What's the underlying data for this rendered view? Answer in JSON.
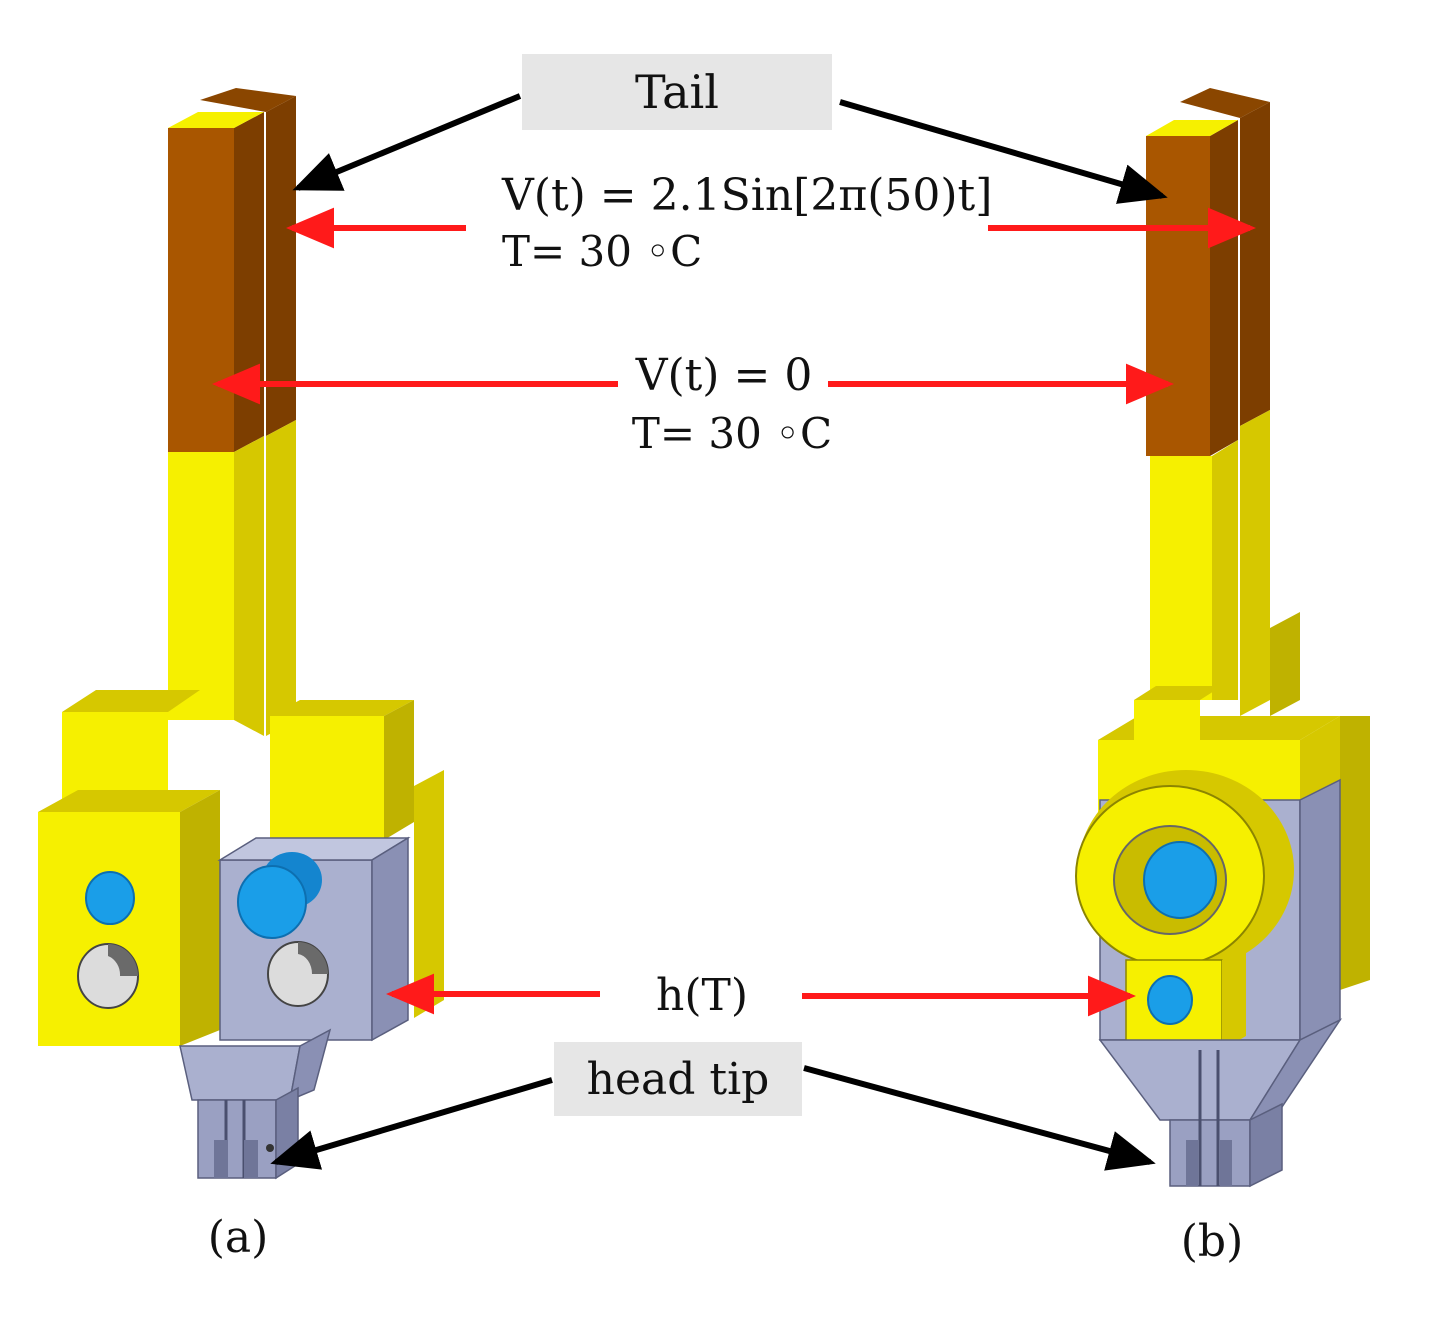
{
  "labels": {
    "tail": "Tail",
    "voltage_active": "V(t) = 2.1Sin[2π(50)t]",
    "temp_active": "T= 30 ◦C",
    "voltage_zero": "V(t) = 0",
    "temp_zero": "T= 30 ◦C",
    "convection": "h(T)",
    "head_tip": "head tip",
    "panel_a": "(a)",
    "panel_b": "(b)"
  },
  "colors": {
    "yellow_face": "#f6f000",
    "yellow_side": "#d6c800",
    "yellow_dark": "#bfb200",
    "copper_face": "#a95600",
    "copper_side": "#7d3e00",
    "steel_face": "#aab0cf",
    "steel_side": "#8a90b4",
    "steel_dark": "#6f7598",
    "hole_blue": "#1a9ee8",
    "hole_shadow": "#6a6a6a",
    "hole_inner": "#dcdcdc",
    "label_box": "#e6e6e6",
    "arrow_red": "#ff1a1a",
    "arrow_black": "#000000"
  }
}
